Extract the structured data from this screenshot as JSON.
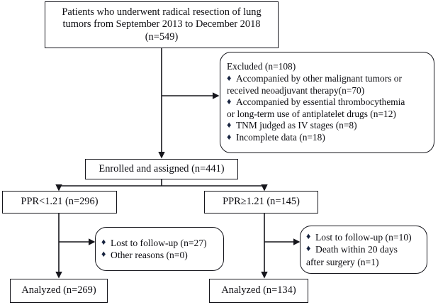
{
  "figure": {
    "type": "study-flow-diagram",
    "title": "Patient enrollment flowchart",
    "stroke_color": "#16161c",
    "bullet_color": "#17233f",
    "background": "#ffffff",
    "bullet_glyph": "♦"
  },
  "nodes": {
    "enrollment": {
      "name": "enrollment-box",
      "lines": [
        "Patients who underwent radical resection of lung",
        "tumors from September 2013 to December 2018",
        "(n=549)"
      ],
      "count": "n=549"
    },
    "excluded": {
      "name": "excluded-box",
      "heading": "Excluded (n=108)",
      "count": "n=108",
      "items": [
        {
          "bullet": "♦",
          "lines": [
            "Accompanied by other malignant tumors or",
            "received neoadjuvant therapy(n=70)"
          ],
          "count": "n=70"
        },
        {
          "bullet": "♦",
          "lines": [
            "Accompanied by essential thrombocythemia",
            "or long-term use of antiplatelet drugs (n=12)"
          ],
          "count": "n=12"
        },
        {
          "bullet": "♦",
          "lines": [
            "TNM judged as IV stages (n=8)"
          ],
          "count": "n=8"
        },
        {
          "bullet": "♦",
          "lines": [
            "Incomplete data (n=18)"
          ],
          "count": "n=18"
        }
      ]
    },
    "enrolled": {
      "name": "enrolled-assigned-box",
      "label": "Enrolled and assigned (n=441)",
      "count": "n=441"
    },
    "group_low": {
      "name": "ppr-low-group-box",
      "label": "PPR<1.21 (n=296)",
      "count": "n=296"
    },
    "group_high": {
      "name": "ppr-high-group-box",
      "label": "PPR≥1.21 (n=145)",
      "count": "n=145"
    },
    "attrition_low": {
      "name": "attrition-low-box",
      "items": [
        {
          "bullet": "♦",
          "lines": [
            "Lost to follow-up (n=27)"
          ],
          "count": "n=27"
        },
        {
          "bullet": "♦",
          "lines": [
            "Other reasons (n=0)"
          ],
          "count": "n=0"
        }
      ]
    },
    "attrition_high": {
      "name": "attrition-high-box",
      "items": [
        {
          "bullet": "♦",
          "lines": [
            "Lost to follow-up (n=10)"
          ],
          "count": "n=10"
        },
        {
          "bullet": "♦",
          "lines": [
            "Death within 20 days",
            "after surgery (n=1)"
          ],
          "count": "n=1"
        }
      ]
    },
    "analyzed_low": {
      "name": "analyzed-low-box",
      "label": "Analyzed (n=269)",
      "count": "n=269"
    },
    "analyzed_high": {
      "name": "analyzed-high-box",
      "label": "Analyzed (n=134)",
      "count": "n=134"
    }
  }
}
